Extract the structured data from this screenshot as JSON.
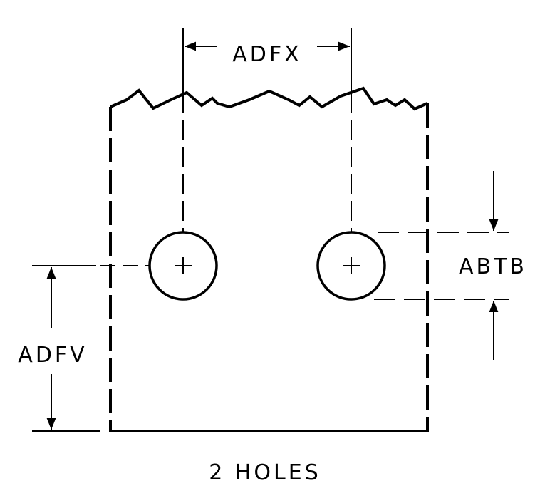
{
  "dimensions": {
    "hole_spacing": "ADFX",
    "hole_offset_from_bottom": "ADFV",
    "hole_diameter": "ABTB"
  },
  "note": "2 HOLES",
  "colors": {
    "line": "#000000",
    "background": "#ffffff"
  }
}
